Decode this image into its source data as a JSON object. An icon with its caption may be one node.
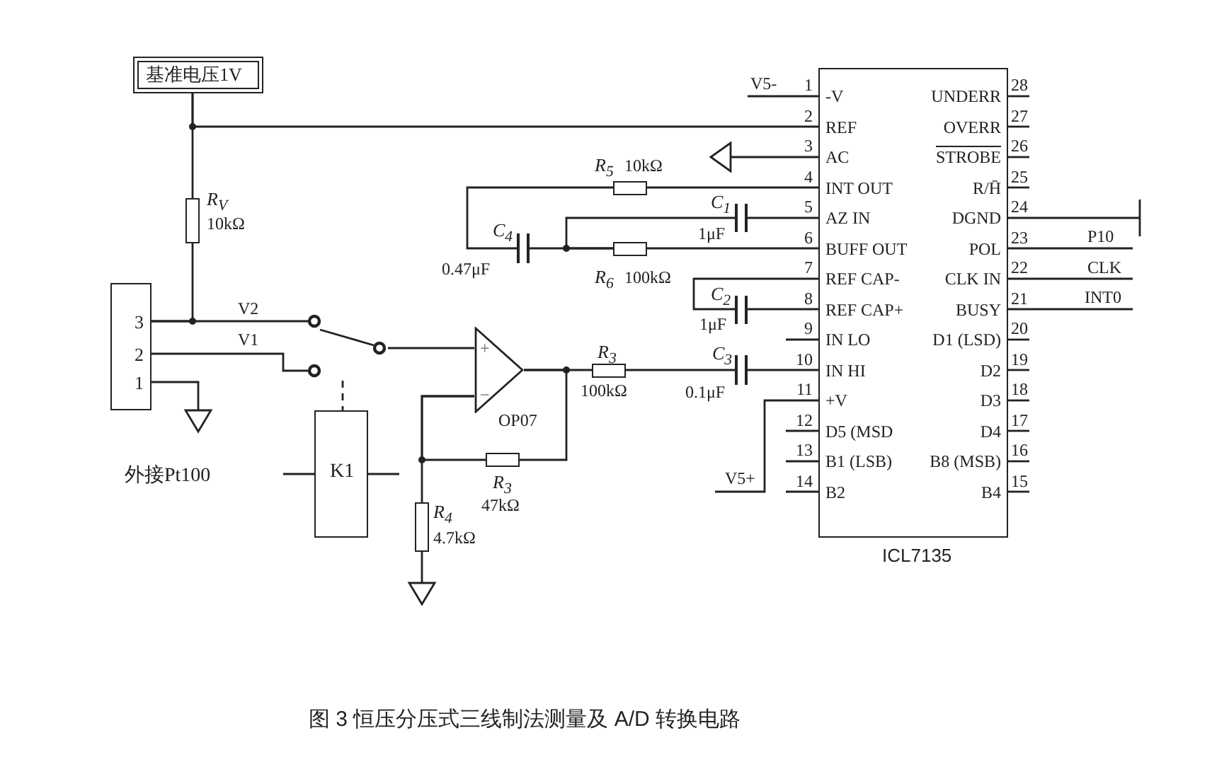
{
  "diagram": {
    "caption": "图 3 恒压分压式三线制法测量及 A/D 转换电路",
    "nodes": [
      {
        "text": [
          "基准电压1V"
        ]
      },
      {
        "text": [],
        "shape": "resistor",
        "beside": [
          "R$_{V}$",
          "10kΩ"
        ]
      },
      {
        "text": [
          "3",
          "2",
          "1"
        ],
        "beside": [
          "外接Pt100"
        ]
      },
      {
        "text": [],
        "shape": "switch"
      },
      {
        "text": [
          "K1"
        ]
      },
      {
        "text": [
          "+",
          "−"
        ],
        "beside": [
          "OP07"
        ]
      },
      {
        "text": [],
        "shape": "resistor",
        "beside": [
          "R$_{3}$",
          "100kΩ"
        ]
      },
      {
        "text": [],
        "shape": "resistor",
        "beside": [
          "R$_{3}$",
          "47kΩ"
        ]
      },
      {
        "text": [],
        "shape": "resistor",
        "beside": [
          "R$_{4}$",
          "4.7kΩ"
        ]
      },
      {
        "text": [],
        "shape": "capacitor",
        "beside": [
          "C$_{3}$",
          "0.1μF"
        ]
      },
      {
        "text": [],
        "shape": "capacitor",
        "beside": [
          "C$_{4}$",
          "0.47μF"
        ]
      },
      {
        "text": [],
        "shape": "resistor",
        "beside": [
          "R$_{5}$",
          "10kΩ"
        ]
      },
      {
        "text": [],
        "shape": "resistor",
        "beside": [
          "R$_{6}$",
          "100kΩ"
        ]
      },
      {
        "text": [],
        "shape": "capacitor",
        "beside": [
          "C$_{1}$",
          "1μF"
        ]
      },
      {
        "text": [],
        "shape": "capacitor",
        "beside": [
          "C$_{2}$",
          "1μF"
        ]
      },
      {
        "text": [
          "ICL7135",
          "-V",
          "REF",
          "AC",
          "INT OUT",
          "AZ IN",
          "BUFF OUT",
          "REF CAP-",
          "REF CAP+",
          "IN LO",
          "IN HI",
          "+V",
          "D5 (MSD",
          "B1 (LSB)",
          "B2",
          "UNDERR",
          "OVERR",
          "STROBE",
          "R/H̄",
          "DGND",
          "POL",
          "CLK IN",
          "BUSY",
          "D1 (LSD)",
          "D2",
          "D3",
          "D4",
          "B8 (MSB)",
          "B4"
        ],
        "beside": [
          "1",
          "2",
          "3",
          "4",
          "5",
          "6",
          "7",
          "8",
          "9",
          "10",
          "11",
          "12",
          "13",
          "14",
          "28",
          "27",
          "26",
          "25",
          "24",
          "23",
          "22",
          "21",
          "20",
          "19",
          "18",
          "17",
          "16",
          "15"
        ]
      }
    ],
    "edges": [
      {
        "from": 0,
        "to": 15,
        "arrow": "none"
      },
      {
        "from": 0,
        "to": 1,
        "arrow": "none"
      },
      {
        "from": 1,
        "to": 2,
        "arrow": "none"
      },
      {
        "from": 2,
        "to": 3,
        "arrow": "none"
      },
      {
        "from": 2,
        "to": 3,
        "arrow": "none"
      },
      {
        "from": 3,
        "to": 5,
        "arrow": "none"
      },
      {
        "from": 3,
        "to": 4,
        "arrow": "none",
        "style": "dashed"
      },
      {
        "from": 5,
        "to": 6,
        "arrow": "none"
      },
      {
        "from": 6,
        "to": 9,
        "arrow": "none"
      },
      {
        "from": 9,
        "to": 15,
        "arrow": "none"
      },
      {
        "from": 5,
        "to": 7,
        "arrow": "none"
      },
      {
        "from": 7,
        "to": 5,
        "arrow": "none"
      },
      {
        "from": 8,
        "to": 5,
        "arrow": "none"
      },
      {
        "from": 15,
        "to": 11,
        "arrow": "none"
      },
      {
        "from": 11,
        "to": 10,
        "arrow": "none"
      },
      {
        "from": 10,
        "to": 12,
        "arrow": "none"
      },
      {
        "from": 12,
        "to": 15,
        "arrow": "none"
      },
      {
        "from": 13,
        "to": 15,
        "arrow": "none"
      },
      {
        "from": 13,
        "to": 12,
        "arrow": "none"
      },
      {
        "from": 14,
        "to": 15,
        "arrow": "none"
      },
      {
        "from": 14,
        "to": 15,
        "arrow": "none"
      }
    ],
    "labels": [
      "V5-",
      "V2",
      "V1",
      "V5+",
      "P10",
      "CLK",
      "INT0"
    ]
  }
}
